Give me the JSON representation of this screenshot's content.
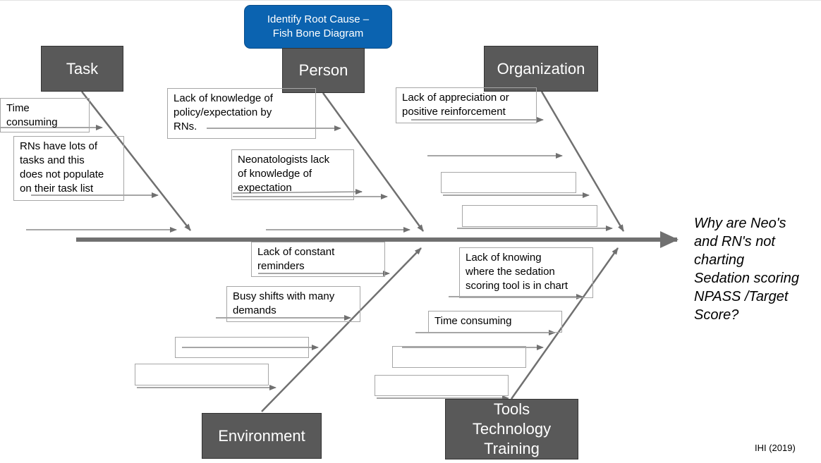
{
  "title": [
    "Identify Root Cause –",
    "Fish Bone Diagram"
  ],
  "categories": {
    "task": "Task",
    "person": "Person",
    "organization": "Organization",
    "environment": "Environment",
    "tools": [
      "Tools",
      "Technology",
      "Training"
    ]
  },
  "causes": {
    "task_time": [
      "Time",
      "consuming"
    ],
    "task_rns": [
      "RNs have lots of",
      "tasks and this",
      "does not populate",
      "on their task list"
    ],
    "person_knowledge": [
      "Lack of knowledge of",
      "policy/expectation by",
      "RNs."
    ],
    "person_neo": [
      "Neonatologists lack",
      "of knowledge of",
      "expectation"
    ],
    "org_appreciation": [
      "Lack of appreciation or",
      "positive reinforcement"
    ],
    "env_reminders": [
      "Lack of constant",
      "reminders"
    ],
    "env_busy": [
      "Busy shifts with many",
      "demands"
    ],
    "tools_knowing": [
      "Lack of knowing",
      "where the sedation",
      "scoring tool is in chart"
    ],
    "tools_time": "Time consuming"
  },
  "problem": [
    "Why are Neo's",
    "and RN's not",
    "charting",
    "Sedation scoring",
    "NPASS /Target",
    "Score?"
  ],
  "citation": "IHI (2019)",
  "colors": {
    "title_fill": "#0b63b0",
    "category_fill": "#595959",
    "line": "#707070"
  }
}
